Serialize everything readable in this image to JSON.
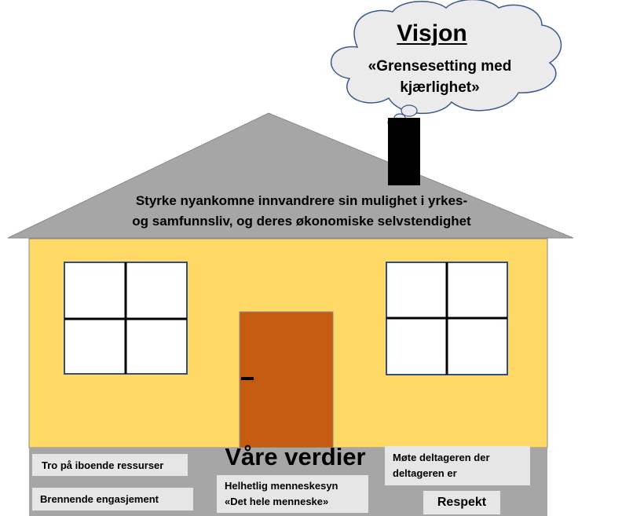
{
  "vision": {
    "title": "Visjon",
    "quote_line1": "«Grensesetting med",
    "quote_line2": "kjærlighet»"
  },
  "roof": {
    "line1": "Styrke nyankomne innvandrere sin mulighet i yrkes-",
    "line2": "og samfunnsliv, og deres økonomiske selvstendighet"
  },
  "values": {
    "title": "Våre verdier",
    "items": [
      {
        "line1": "Tro på iboende ressurser"
      },
      {
        "line1": "Brennende engasjement"
      },
      {
        "line1": "Helhetlig menneskesyn",
        "line2": "«Det hele menneske»"
      },
      {
        "line1": "Møte deltageren der",
        "line2": "deltageren er"
      },
      {
        "line1": "Respekt"
      }
    ]
  },
  "colors": {
    "wall": "#ffd966",
    "roof": "#a6a6a6",
    "door": "#c55a11",
    "foundation": "#a6a6a6",
    "value_box": "#e6e6e6",
    "chimney": "#000000",
    "cloud": "#ebebeb"
  }
}
